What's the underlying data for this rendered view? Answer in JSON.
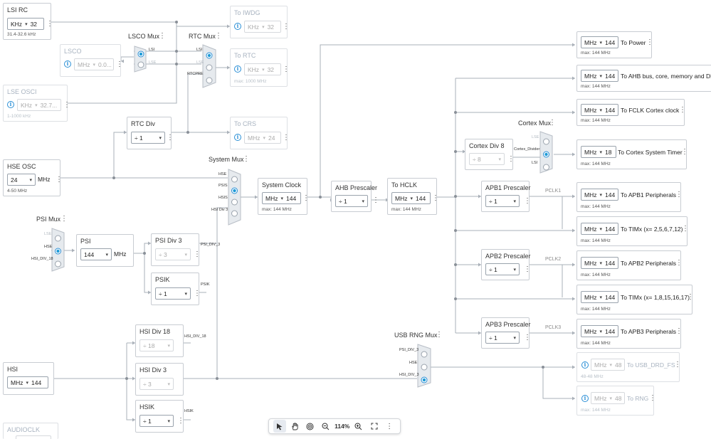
{
  "blocks": {
    "lsi_rc": {
      "title": "LSI RC",
      "unit": "KHz",
      "value": "32",
      "range": "31.4-32.6 kHz"
    },
    "to_iwdg": {
      "title": "To IWDG",
      "unit": "KHz",
      "value": "32"
    },
    "lsco_mux": {
      "title": "LSCO Mux"
    },
    "rtc_mux": {
      "title": "RTC Mux"
    },
    "lsco": {
      "title": "LSCO",
      "unit": "MHz",
      "value": "0.0..."
    },
    "to_rtc": {
      "title": "To RTC",
      "unit": "KHz",
      "value": "32",
      "max": "max: 1000 MHz"
    },
    "lse_osci": {
      "title": "LSE OSCI",
      "unit": "KHz",
      "value": "32.7...",
      "range": "1-1000 kHz"
    },
    "rtc_div": {
      "title": "RTC Div",
      "value": "÷ 1"
    },
    "to_crs": {
      "title": "To CRS",
      "unit": "MHz",
      "value": "24"
    },
    "hse_osc": {
      "title": "HSE OSC",
      "value": "24",
      "unit": "MHz",
      "range": "4-50 MHz"
    },
    "system_mux": {
      "title": "System Mux"
    },
    "system_clock": {
      "title": "System Clock",
      "unit": "MHz",
      "value": "144",
      "max": "max: 144 MHz"
    },
    "ahb_prescaler": {
      "title": "AHB Prescaler",
      "value": "÷ 1"
    },
    "to_hclk": {
      "title": "To HCLK",
      "unit": "MHz",
      "value": "144",
      "max": "max: 144 MHz"
    },
    "cortex_div8": {
      "title": "Cortex Div 8",
      "value": "÷ 8"
    },
    "cortex_mux": {
      "title": "Cortex Mux"
    },
    "apb1_prescaler": {
      "title": "APB1 Prescaler",
      "value": "÷ 1"
    },
    "apb2_prescaler": {
      "title": "APB2 Prescaler",
      "value": "÷ 1"
    },
    "apb3_prescaler": {
      "title": "APB3 Prescaler",
      "value": "÷ 1"
    },
    "psi_mux": {
      "title": "PSI Mux"
    },
    "psi": {
      "title": "PSI",
      "value": "144",
      "unit": "MHz"
    },
    "psi_div3": {
      "title": "PSI Div 3",
      "value": "÷ 3"
    },
    "psik": {
      "title": "PSIK",
      "value": "÷ 1"
    },
    "hsi_div18": {
      "title": "HSI Div 18",
      "value": "÷ 18"
    },
    "hsi_div3": {
      "title": "HSI Div 3",
      "value": "÷ 3"
    },
    "hsik": {
      "title": "HSIK",
      "value": "÷ 1"
    },
    "hsi": {
      "title": "HSI",
      "unit": "MHz",
      "value": "144"
    },
    "usb_rng_mux": {
      "title": "USB RNG Mux"
    },
    "audioclk": {
      "title": "AUDIOCLK"
    }
  },
  "outputs": [
    {
      "unit": "MHz",
      "value": "144",
      "label": "To Power",
      "max": "max: 144 MHz"
    },
    {
      "unit": "MHz",
      "value": "144",
      "label": "To AHB bus, core, memory and DMA",
      "max": "max: 144 MHz"
    },
    {
      "unit": "MHz",
      "value": "144",
      "label": "To FCLK Cortex clock",
      "max": "max: 144 MHz"
    },
    {
      "unit": "MHz",
      "value": "18",
      "label": "To Cortex System Timer",
      "max": "max: 144 MHz"
    },
    {
      "unit": "MHz",
      "value": "144",
      "label": "To APB1 Peripherals",
      "max": "max: 144 MHz"
    },
    {
      "unit": "MHz",
      "value": "144",
      "label": "To TIMx (x= 2,5,6,7,12)",
      "max": "max: 144 MHz"
    },
    {
      "unit": "MHz",
      "value": "144",
      "label": "To APB2 Peripherals",
      "max": "max: 144 MHz"
    },
    {
      "unit": "MHz",
      "value": "144",
      "label": "To TIMx (x= 1,8,15,16,17)",
      "max": "max: 144 MHz"
    },
    {
      "unit": "MHz",
      "value": "144",
      "label": "To APB3 Peripherals",
      "max": "max: 144 MHz"
    },
    {
      "unit": "MHz",
      "value": "48",
      "label": "To USB_DRD_FS",
      "max": "48-48 MHz"
    },
    {
      "unit": "MHz",
      "value": "48",
      "label": "To RNG",
      "max": "max: 144 MHz"
    }
  ],
  "wire_labels": {
    "lsi": "LSI",
    "lse": "LSE",
    "lsi2": "LSI",
    "lse2": "LSE",
    "rtcpre": "RTCPRE",
    "sys_hse": "HSE",
    "sys_psis": "PSIS",
    "sys_hsis": "HSIS",
    "sys_hsidiv3": "HSI Div 3",
    "psi_lse": "LSE",
    "psi_hse": "HSE",
    "psi_hsidiv18": "HSI_DIV_18",
    "psi_div3_out": "PSI_DIV_3",
    "psik_out": "PSIK",
    "hsi_div18_out": "HSI_DIV_18",
    "hsik_out": "HSIK",
    "cortex_lse": "LSE",
    "cortex_divider": "Cortex_Divider",
    "cortex_lsi": "LSI",
    "pclk1": "PCLK1",
    "pclk2": "PCLK2",
    "pclk3": "PCLK3",
    "usb_psi_div3": "PSI_DIV_3",
    "usb_hse": "HSE",
    "usb_hsi_div3": "HSI_DIV_3"
  },
  "toolbar": {
    "zoom": "114%"
  },
  "colors": {
    "accent": "#2a8fd6",
    "wire": "#a9b0b8",
    "border": "#c8ccd2"
  }
}
